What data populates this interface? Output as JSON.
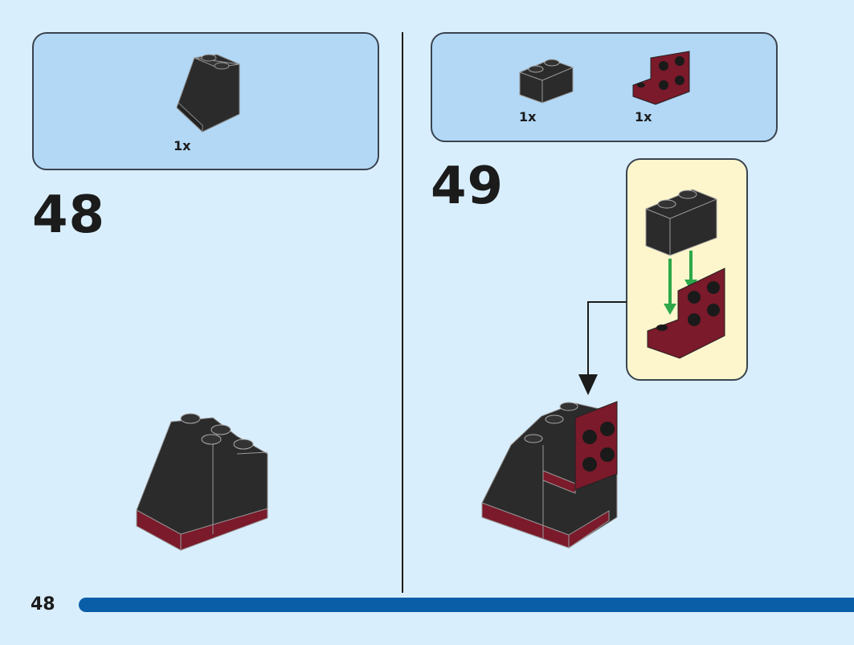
{
  "steps": [
    {
      "number": "48",
      "parts": [
        {
          "name": "black-slope-brick",
          "qty": "1x"
        }
      ]
    },
    {
      "number": "49",
      "parts": [
        {
          "name": "black-1x2-brick",
          "qty": "1x"
        },
        {
          "name": "dark-red-bracket",
          "qty": "1x"
        }
      ]
    }
  ],
  "page": {
    "number": "48"
  },
  "colors": {
    "background": "#d9eefc",
    "parts_box": "#b2d8f5",
    "sub_assembly_box": "#fdf6cd",
    "brick_black": "#2b2b2b",
    "brick_dark_red": "#7a1a2a",
    "arrow_green": "#2ea84a",
    "page_bar": "#0a5ea8"
  }
}
